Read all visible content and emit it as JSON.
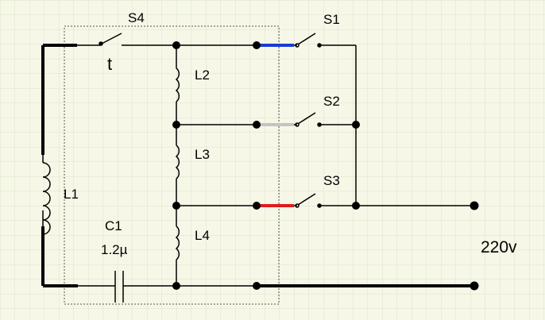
{
  "labels": {
    "s4": "S4",
    "s1": "S1",
    "s2": "S2",
    "s3": "S3",
    "thermal": "t",
    "l1": "L1",
    "l2": "L2",
    "l3": "L3",
    "l4": "L4",
    "c1": "C1",
    "c1_value": "1.2µ",
    "supply": "220v"
  },
  "colors": {
    "background": "#f7f7e8",
    "grid": "#d9e3c9",
    "wire": "#000000",
    "lead_blue": "#1a3bd6",
    "lead_grey": "#c4c4c4",
    "lead_red": "#e01b1b",
    "enclosure": "#555555"
  }
}
